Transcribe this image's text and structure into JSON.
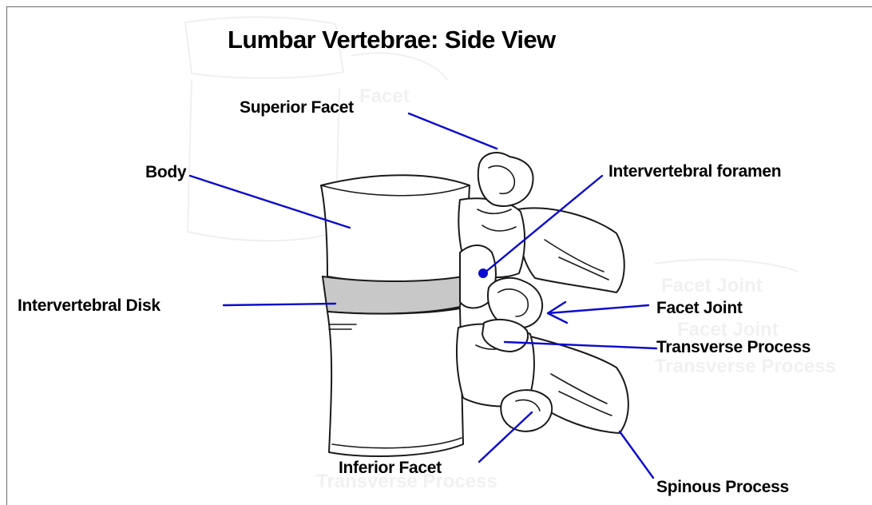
{
  "diagram": {
    "title": "Lumbar Vertebrae: Side View",
    "accent_color": "#0b0bd0",
    "disk_color": "#c8c8c8",
    "labels": {
      "superior_facet": "Superior Facet",
      "body": "Body",
      "intervertebral_foramen": "Intervertebral foramen",
      "intervertebral_disk": "Intervertebral Disk",
      "facet_joint": "Facet Joint",
      "transverse_process": "Transverse Process",
      "inferior_facet": "Inferior Facet",
      "spinous_process": "Spinous Process"
    }
  }
}
